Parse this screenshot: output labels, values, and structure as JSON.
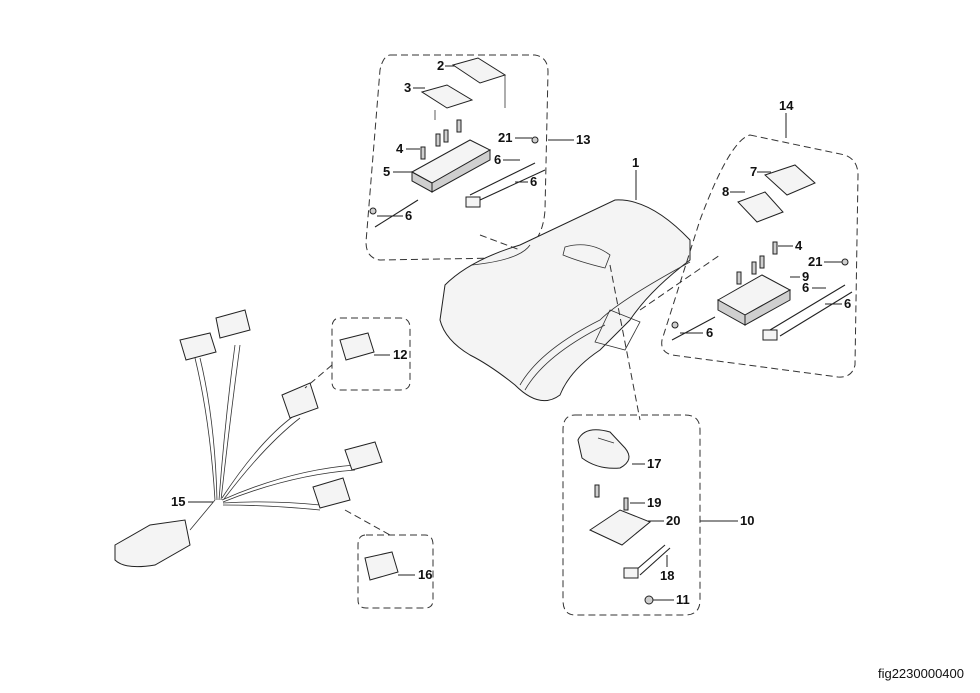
{
  "figure_id": "fig2230000400",
  "callouts": [
    {
      "id": "label-1",
      "text": "1"
    },
    {
      "id": "label-2",
      "text": "2"
    },
    {
      "id": "label-3",
      "text": "3"
    },
    {
      "id": "label-4a",
      "text": "4"
    },
    {
      "id": "label-5",
      "text": "5"
    },
    {
      "id": "label-6a",
      "text": "6"
    },
    {
      "id": "label-6b",
      "text": "6"
    },
    {
      "id": "label-6c",
      "text": "6"
    },
    {
      "id": "label-21a",
      "text": "21"
    },
    {
      "id": "label-13",
      "text": "13"
    },
    {
      "id": "label-14",
      "text": "14"
    },
    {
      "id": "label-7",
      "text": "7"
    },
    {
      "id": "label-8",
      "text": "8"
    },
    {
      "id": "label-4b",
      "text": "4"
    },
    {
      "id": "label-9",
      "text": "9"
    },
    {
      "id": "label-21b",
      "text": "21"
    },
    {
      "id": "label-6d",
      "text": "6"
    },
    {
      "id": "label-6e",
      "text": "6"
    },
    {
      "id": "label-6f",
      "text": "6"
    },
    {
      "id": "label-12",
      "text": "12"
    },
    {
      "id": "label-15",
      "text": "15"
    },
    {
      "id": "label-16",
      "text": "16"
    },
    {
      "id": "label-17",
      "text": "17"
    },
    {
      "id": "label-19",
      "text": "19"
    },
    {
      "id": "label-20",
      "text": "20"
    },
    {
      "id": "label-10",
      "text": "10"
    },
    {
      "id": "label-18",
      "text": "18"
    },
    {
      "id": "label-11",
      "text": "11"
    }
  ]
}
